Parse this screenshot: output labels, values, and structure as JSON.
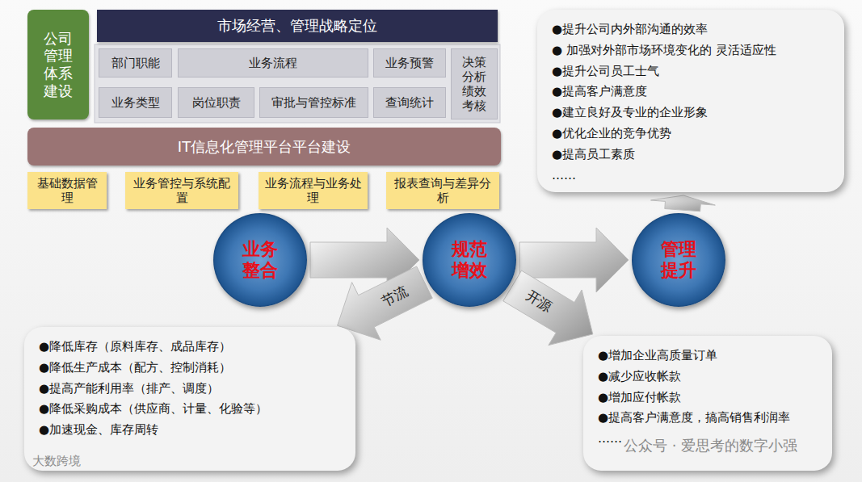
{
  "diagram": {
    "nodes": [
      {
        "text": [
          "公司管理体系建设"
        ]
      },
      {
        "text": [
          "市场经营、管理战略定位"
        ]
      },
      {
        "text": [
          "部门职能"
        ]
      },
      {
        "text": [
          "业务流程"
        ]
      },
      {
        "text": [
          "业务预警"
        ]
      },
      {
        "text": [
          "决策分析绩效考核"
        ]
      },
      {
        "text": [
          "业务类型"
        ]
      },
      {
        "text": [
          "岗位职责"
        ]
      },
      {
        "text": [
          "审批与管控标准"
        ]
      },
      {
        "text": [
          "查询统计"
        ]
      },
      {
        "text": [
          "IT信息化管理平台平台建设"
        ]
      },
      {
        "text": [
          "基础数据管理"
        ]
      },
      {
        "text": [
          "业务管控与系统配置"
        ]
      },
      {
        "text": [
          "业务流程与业务处理"
        ]
      },
      {
        "text": [
          "报表查询与差异分析"
        ]
      },
      {
        "text": [
          "●提升公司内外部沟通的效率",
          "● 加强对外部市场环境变化的 灵活适应性",
          "●提升公司员工士气",
          "●提高客户满意度",
          "●建立良好及专业的企业形象",
          "●优化企业的竞争优势",
          "●提高员工素质",
          "……"
        ]
      },
      {
        "text": [
          "业务整合"
        ]
      },
      {
        "text": [
          "规范增效"
        ]
      },
      {
        "text": [
          "管理提升"
        ]
      },
      {
        "text": [
          "●降低库存（原料库存、成品库存）",
          "●降低生产成本（配方、控制消耗）",
          "●提高产能利用率（排产、调度）",
          "●降低采购成本（供应商、计量、化验等）",
          "●加速现金、库存周转"
        ]
      },
      {
        "text": [
          "●增加企业高质量订单",
          "●减少应收帐款",
          "●增加应付帐款",
          "●提高客户满意度，搞高销售利润率",
          "……"
        ]
      }
    ],
    "edges": [
      {
        "from": 16,
        "to": 17,
        "arrow": "to"
      },
      {
        "from": 17,
        "to": 18,
        "arrow": "to"
      },
      {
        "from": 18,
        "to": 15,
        "arrow": "to"
      },
      {
        "from": 17,
        "to": 19,
        "label": "节流",
        "arrow": "to"
      },
      {
        "from": 17,
        "to": 20,
        "label": "开源",
        "arrow": "to"
      }
    ],
    "labels": [
      "公众号 · 爱思考的数字小强",
      "大数跨境"
    ]
  }
}
